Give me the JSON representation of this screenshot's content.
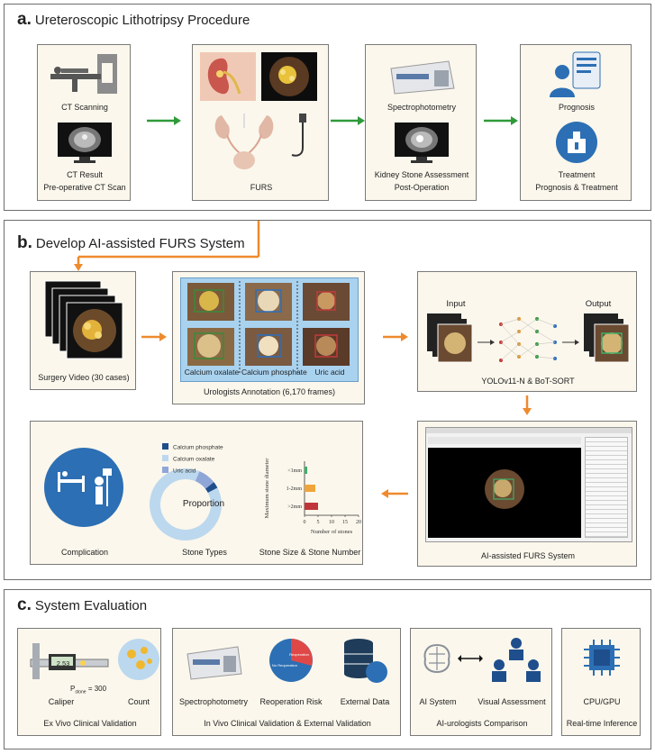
{
  "panel_a": {
    "letter": "a.",
    "title": "Ureteroscopic Lithotripsy Procedure",
    "boxes": [
      {
        "items": [
          "CT Scanning",
          "CT Result"
        ],
        "caption": "Pre-operative CT Scan"
      },
      {
        "items": [],
        "caption": "FURS"
      },
      {
        "items": [
          "Spectrophotometry",
          "Kidney Stone Assessment"
        ],
        "caption": "Post-Operation"
      },
      {
        "items": [
          "Prognosis",
          "Treatment"
        ],
        "caption": "Prognosis & Treatment"
      }
    ]
  },
  "panel_b": {
    "letter": "b.",
    "title": "Develop AI-assisted FURS System",
    "surgery_video": "Surgery Video (30 cases)",
    "annotation": {
      "caption": "Urologists Annotation (6,170 frames)",
      "classes": [
        "Calcium oxalate",
        "Calcium phosphate",
        "Uric acid"
      ]
    },
    "model": {
      "input": "Input",
      "output": "Output",
      "caption": "YOLOv11-N & BoT-SORT"
    },
    "system_caption": "AI-assisted FURS System",
    "results": {
      "complication": "Complication",
      "stone_types": "Stone Types",
      "stone_size": "Stone Size & Stone Number",
      "donut_center": "Proportion",
      "legend": [
        "Calcium phosphate",
        "Calcium oxalate",
        "Uric acid"
      ]
    }
  },
  "chart_data": {
    "type": "bar",
    "orientation": "horizontal",
    "categories": [
      "<1mm",
      "1-2mm",
      ">2mm"
    ],
    "values": [
      1,
      4,
      5
    ],
    "xlabel": "Number of stones",
    "ylabel": "Maximum stone diameter",
    "xticks": [
      0,
      5,
      10,
      15,
      20
    ],
    "xlim": [
      0,
      20
    ],
    "colors": [
      "#3fae6a",
      "#f0a53a",
      "#c0353a"
    ]
  },
  "donut_data": {
    "type": "pie",
    "categories": [
      "Calcium phosphate",
      "Calcium oxalate",
      "Uric acid"
    ],
    "values": [
      3,
      89,
      8
    ],
    "colors": [
      "#1f4e8c",
      "#bcd8ee",
      "#8fa6d8"
    ]
  },
  "panel_c": {
    "letter": "c.",
    "title": "System Evaluation",
    "boxes": [
      {
        "items": [
          "Caliper",
          "Count"
        ],
        "caption": "Ex Vivo Clinical Validation"
      },
      {
        "items": [
          "Spectrophotometry",
          "Reoperation Risk",
          "External Data"
        ],
        "caption": "In Vivo Clinical Validation & External Validation"
      },
      {
        "items": [
          "AI System",
          "Visual Assessment"
        ],
        "caption": "AI-urologists Comparison"
      },
      {
        "items": [
          "CPU/GPU"
        ],
        "caption": "Real-time Inference"
      }
    ],
    "caliper_reading": "2.53",
    "pixel_label": "P",
    "pixel_sub": "stone",
    "pixel_value": "= 300",
    "pie_labels": [
      "Reoperation",
      "No Reoperation"
    ]
  },
  "colors": {
    "green_arrow": "#2f9a3a",
    "orange_arrow": "#ee8a2e",
    "box_bg": "#fbf7ec"
  }
}
